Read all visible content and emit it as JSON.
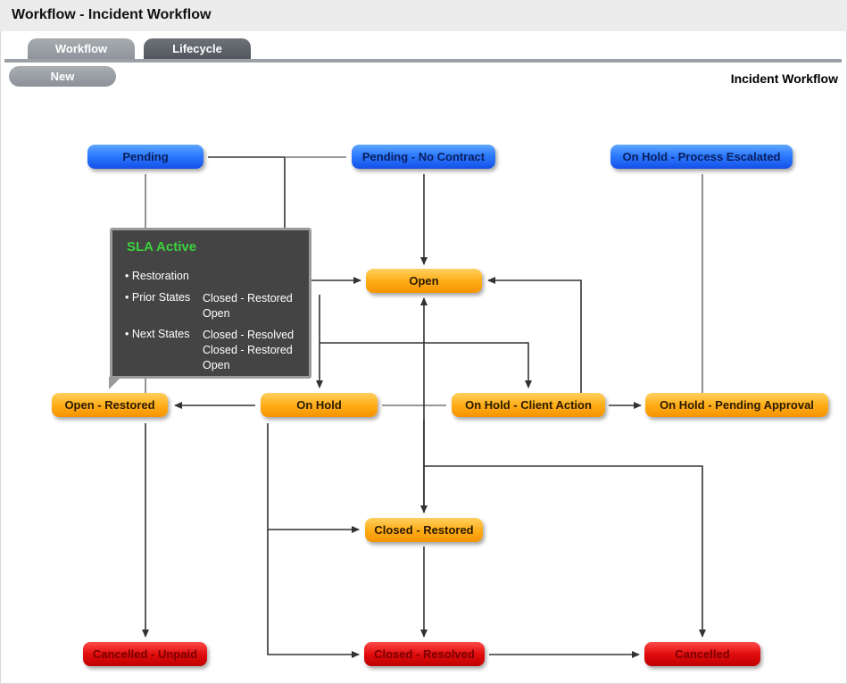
{
  "window": {
    "title": "Workflow - Incident Workflow"
  },
  "tabs": [
    {
      "label": "Workflow"
    },
    {
      "label": "Lifecycle"
    }
  ],
  "toolbar": {
    "new_label": "New"
  },
  "workflow_name": "Incident Workflow",
  "colors": {
    "blue_state": "#2d7bff",
    "orange_state": "#ffae1a",
    "red_state": "#e10d0d",
    "tooltip_bg": "#444444",
    "tooltip_title": "#3cd23c"
  },
  "states": {
    "pending": "Pending",
    "pending_no_contract": "Pending - No Contract",
    "on_hold_process_escalated": "On Hold - Process Escalated",
    "open": "Open",
    "open_restored": "Open - Restored",
    "on_hold": "On Hold",
    "on_hold_client_action": "On Hold - Client Action",
    "on_hold_pending_approval": "On Hold - Pending Approval",
    "closed_restored": "Closed - Restored",
    "cancelled_unpaid": "Cancelled - Unpaid",
    "closed_resolved": "Closed - Resolved",
    "cancelled": "Cancelled"
  },
  "tooltip": {
    "title": "SLA Active",
    "bullet": "•",
    "sla_name": "Restoration",
    "prior_label": "Prior States",
    "prior_states": [
      "Closed - Restored",
      "Open"
    ],
    "next_label": "Next States",
    "next_states": [
      "Closed - Resolved",
      "Closed - Restored",
      "Open"
    ]
  }
}
